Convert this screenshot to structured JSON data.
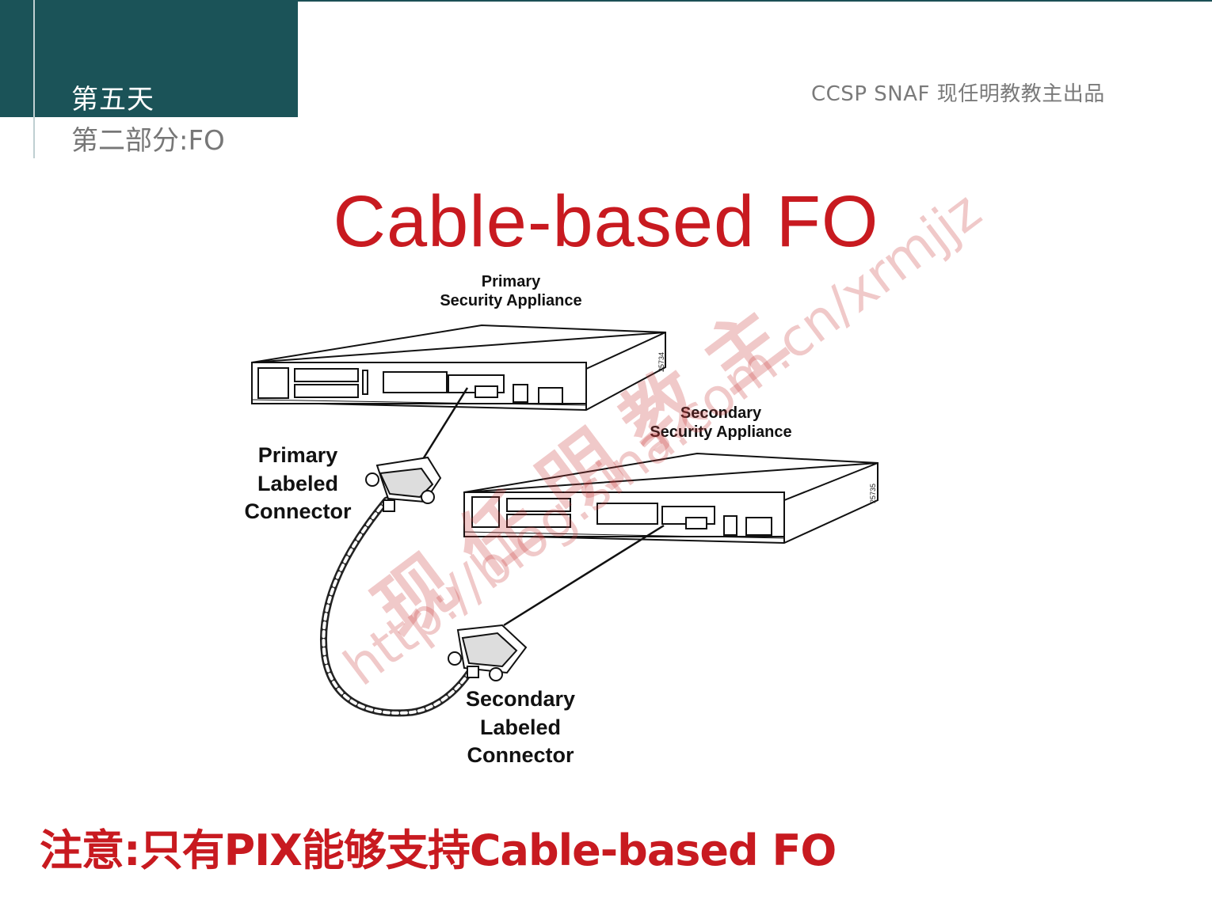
{
  "header": {
    "day": "第五天",
    "section": "第二部分:FO",
    "brand": "CCSP SNAF  现任明教教主出品"
  },
  "slide": {
    "title": "Cable-based FO",
    "note": "注意:只有PIX能够支持Cable-based FO"
  },
  "diagram": {
    "primary_appliance_label": [
      "Primary",
      "Security Appliance"
    ],
    "secondary_appliance_label": [
      "Secondary",
      "Security Appliance"
    ],
    "primary_connector_label": [
      "Primary",
      "Labeled",
      "Connector"
    ],
    "secondary_connector_label": [
      "Secondary",
      "Labeled",
      "Connector"
    ],
    "primary_device_id": "25734",
    "secondary_device_id": "25735"
  },
  "watermark": {
    "chinese": "现 任 明 教 主",
    "url": "http://blog.sina.com.cn/xrmjjz"
  },
  "colors": {
    "header_bg": "#1b5358",
    "title_red": "#c81a20",
    "watermark": "#e07070"
  }
}
